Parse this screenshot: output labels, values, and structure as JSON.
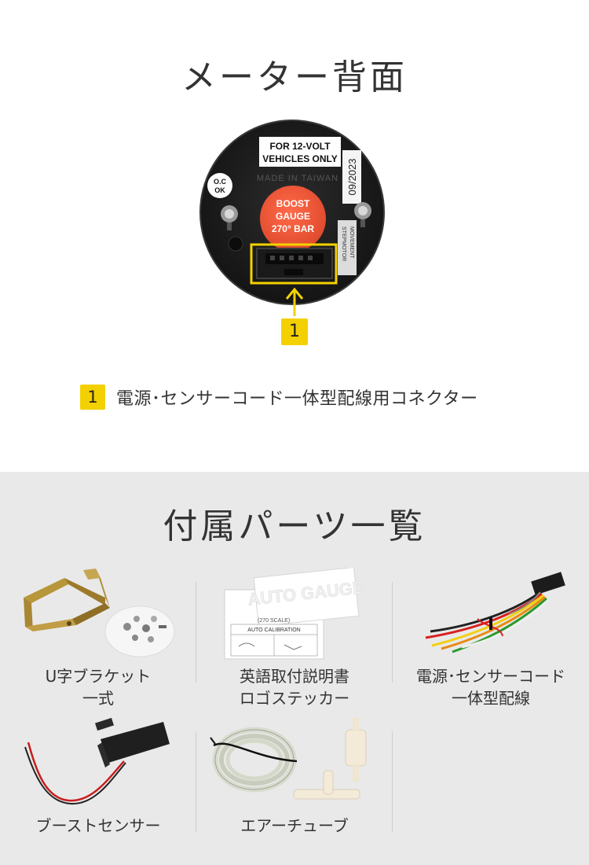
{
  "header": {
    "title": "メーター背面"
  },
  "gauge": {
    "label_volt_line1": "FOR 12-VOLT",
    "label_volt_line2": "VEHICLES ONLY",
    "made_in": "MADE IN TAIWAN",
    "date": "09/2023",
    "oc_line1": "O.C",
    "oc_line2": "OK",
    "boost_line1": "BOOST",
    "boost_line2": "GAUGE",
    "boost_line3": "270° BAR",
    "side_line1": "STEPMOTOR",
    "side_line2": "MOVEMENT",
    "callout_number": "1"
  },
  "legend": {
    "number": "1",
    "text": "電源･センサーコード一体型配線用コネクター"
  },
  "accessories": {
    "title": "付属パーツ一覧",
    "manual_header": "AUTO CALIBRATION",
    "manual_scale": "(270   SCALE)",
    "sticker_text": "AUTO GAUGE",
    "items": [
      {
        "line1": "U字ブラケット",
        "line2": "一式"
      },
      {
        "line1": "英語取付説明書",
        "line2": "ロゴステッカー"
      },
      {
        "line1": "電源･センサーコード",
        "line2": "一体型配線"
      },
      {
        "line1": "ブーストセンサー",
        "line2": ""
      },
      {
        "line1": "エアーチューブ",
        "line2": ""
      }
    ]
  },
  "colors": {
    "accent_yellow": "#f3d100",
    "boost_orange": "#f0583a",
    "bottom_bg": "#e9e9e9"
  }
}
